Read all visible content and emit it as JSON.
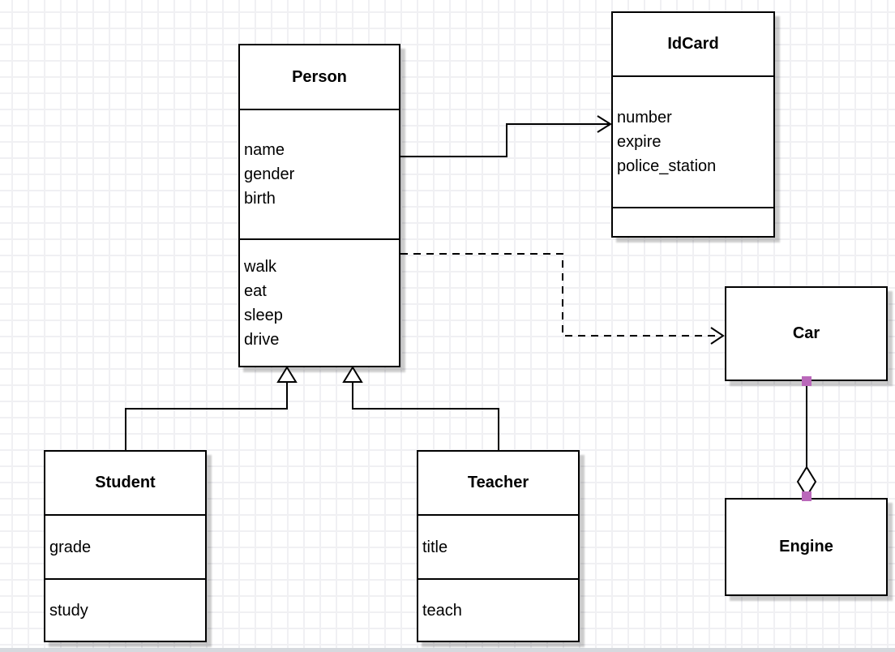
{
  "diagram": {
    "type": "uml-class-diagram"
  },
  "classes": {
    "person": {
      "title": "Person",
      "attributes": [
        "name",
        "gender",
        "birth"
      ],
      "methods": [
        "walk",
        "eat",
        "sleep",
        "drive"
      ]
    },
    "idcard": {
      "title": "IdCard",
      "attributes": [
        "number",
        "expire",
        "police_station"
      ],
      "methods": []
    },
    "car": {
      "title": "Car",
      "attributes": [],
      "methods": []
    },
    "engine": {
      "title": "Engine",
      "attributes": [],
      "methods": []
    },
    "student": {
      "title": "Student",
      "attributes": [
        "grade"
      ],
      "methods": [
        "study"
      ]
    },
    "teacher": {
      "title": "Teacher",
      "attributes": [
        "title"
      ],
      "methods": [
        "teach"
      ]
    }
  },
  "relationships": [
    {
      "from": "Person",
      "to": "IdCard",
      "type": "association",
      "line": "solid",
      "arrow": "open"
    },
    {
      "from": "Person",
      "to": "Car",
      "type": "dependency",
      "line": "dashed",
      "arrow": "open"
    },
    {
      "from": "Student",
      "to": "Person",
      "type": "generalization",
      "line": "solid",
      "arrow": "hollow-triangle"
    },
    {
      "from": "Teacher",
      "to": "Person",
      "type": "generalization",
      "line": "solid",
      "arrow": "hollow-triangle"
    },
    {
      "from": "Car",
      "to": "Engine",
      "type": "aggregation",
      "line": "solid",
      "arrow": "hollow-diamond"
    }
  ],
  "colors": {
    "connector_handle": "#ba68ba",
    "stroke": "#000000",
    "grid_line": "#f0f0f3",
    "page_edge": "#d6d9de",
    "background": "#ffffff"
  }
}
